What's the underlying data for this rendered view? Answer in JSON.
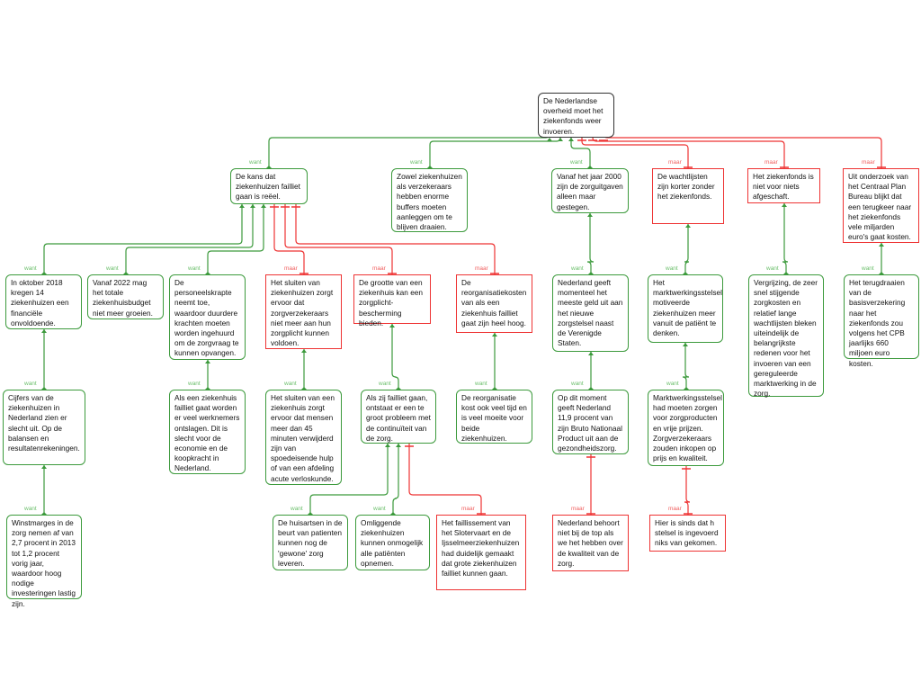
{
  "colors": {
    "want": "#3c9a3c",
    "maar": "#ee3333",
    "root": "#333333"
  },
  "nodes": [
    {
      "text": "De Nederlandse overheid moet het ziekenfonds weer invoeren.",
      "relation": ""
    },
    {
      "text": "De kans dat ziekenhuizen failliet gaan is reëel.",
      "relation": "want"
    },
    {
      "text": "Zowel ziekenhuizen als verzekeraars hebben enorme buffers moeten aanleggen om te blijven draaien.",
      "relation": "want"
    },
    {
      "text": "Vanaf het jaar 2000 zijn de zorguitgaven alleen maar gestegen.",
      "relation": "want"
    },
    {
      "text": "De wachtlijsten zijn korter zonder het ziekenfonds.",
      "relation": "maar"
    },
    {
      "text": "Het ziekenfonds is niet voor niets afgeschaft.",
      "relation": "maar"
    },
    {
      "text": "Uit onderzoek van het Centraal Plan Bureau blijkt dat een terugkeer naar het ziekenfonds vele miljarden euro's gaat kosten.",
      "relation": "maar"
    },
    {
      "text": "In oktober 2018 kregen 14 ziekenhuizen een financiële onvoldoende.",
      "relation": "want"
    },
    {
      "text": "Vanaf 2022 mag het totale ziekenhuisbudget niet meer groeien.",
      "relation": "want"
    },
    {
      "text": "De personeelskrapte neemt toe, waardoor duurdere krachten moeten worden ingehuurd om de zorgvraag te kunnen opvangen.",
      "relation": "want"
    },
    {
      "text": "Het sluiten van ziekenhuizen zorgt ervoor dat zorgverzekeraars niet meer aan hun zorgplicht kunnen voldoen.",
      "relation": "maar"
    },
    {
      "text": "De grootte van een ziekenhuis kan een zorgplicht-bescherming bieden.",
      "relation": "maar"
    },
    {
      "text": "De reorganisatiekosten van als een ziekenhuis failliet gaat zijn heel hoog.",
      "relation": "maar"
    },
    {
      "text": "Nederland geeft momenteel het meeste geld uit aan het nieuwe zorgstelsel naast de Verenigde Staten.",
      "relation": "want"
    },
    {
      "text": "Het marktwerkingsstelsel motiveerde ziekenhuizen meer vanuit de patiënt te denken.",
      "relation": "want"
    },
    {
      "text": "Vergrijzing, de zeer snel stijgende zorgkosten en relatief lange wachtlijsten bleken uiteindelijk de belangrijkste redenen voor het invoeren van een gereguleerde marktwerking in de zorg.",
      "relation": "want"
    },
    {
      "text": "Het terugdraaien van de basisverzekering naar het ziekenfonds zou volgens het CPB jaarlijks 660 miljoen euro kosten.",
      "relation": "want"
    },
    {
      "text": "Cijfers van de ziekenhuizen in Nederland zien er slecht uit. Op de balansen en resultatenrekeningen.",
      "relation": "want"
    },
    {
      "text": "Als een ziekenhuis failliet gaat worden er veel werknemers ontslagen. Dit is slecht voor de economie en de koopkracht in Nederland.",
      "relation": "want"
    },
    {
      "text": "Het sluiten van een ziekenhuis zorgt ervoor dat mensen meer dan 45 minuten verwijderd zijn van spoedeisende hulp of van een afdeling acute verloskunde.",
      "relation": "want"
    },
    {
      "text": "Als zij failliet gaan, ontstaat er een te groot probleem met de continuïteit van de zorg.",
      "relation": "want"
    },
    {
      "text": "De reorganisatie kost ook veel tijd en is veel moeite voor beide ziekenhuizen.",
      "relation": "want"
    },
    {
      "text": "Op dit moment geeft Nederland 11,9 procent van zijn Bruto Nationaal Product uit aan de gezondheidszorg.",
      "relation": "want"
    },
    {
      "text": "Marktwerkingsstelsel had moeten zorgen voor zorgproducten en vrije prijzen. Zorgverzekeraars zouden inkopen op prijs en kwaliteit.",
      "relation": "want"
    },
    {
      "text": "Winstmarges in de zorg nemen af van 2,7 procent in 2013 tot 1,2 procent vorig jaar, waardoor hoog nodige investeringen lastig zijn.",
      "relation": "want"
    },
    {
      "text": "De huisartsen in de beurt van patienten kunnen nog de 'gewone' zorg leveren.",
      "relation": "want"
    },
    {
      "text": "Omliggende ziekenhuizen kunnen onmogelijk alle patiënten opnemen.",
      "relation": "want"
    },
    {
      "text": "Het faillissement van het Slotervaart en de Ijsselmeerziekenhuizen had duidelijk gemaakt dat grote ziekenhuizen failliet kunnen gaan.",
      "relation": "maar"
    },
    {
      "text": "Nederland behoort niet bij de top als we het hebben over de kwaliteit van de zorg.",
      "relation": "maar"
    },
    {
      "text": "Hier is sinds dat h stelsel is ingevoerd niks van gekomen.",
      "relation": "maar"
    }
  ]
}
